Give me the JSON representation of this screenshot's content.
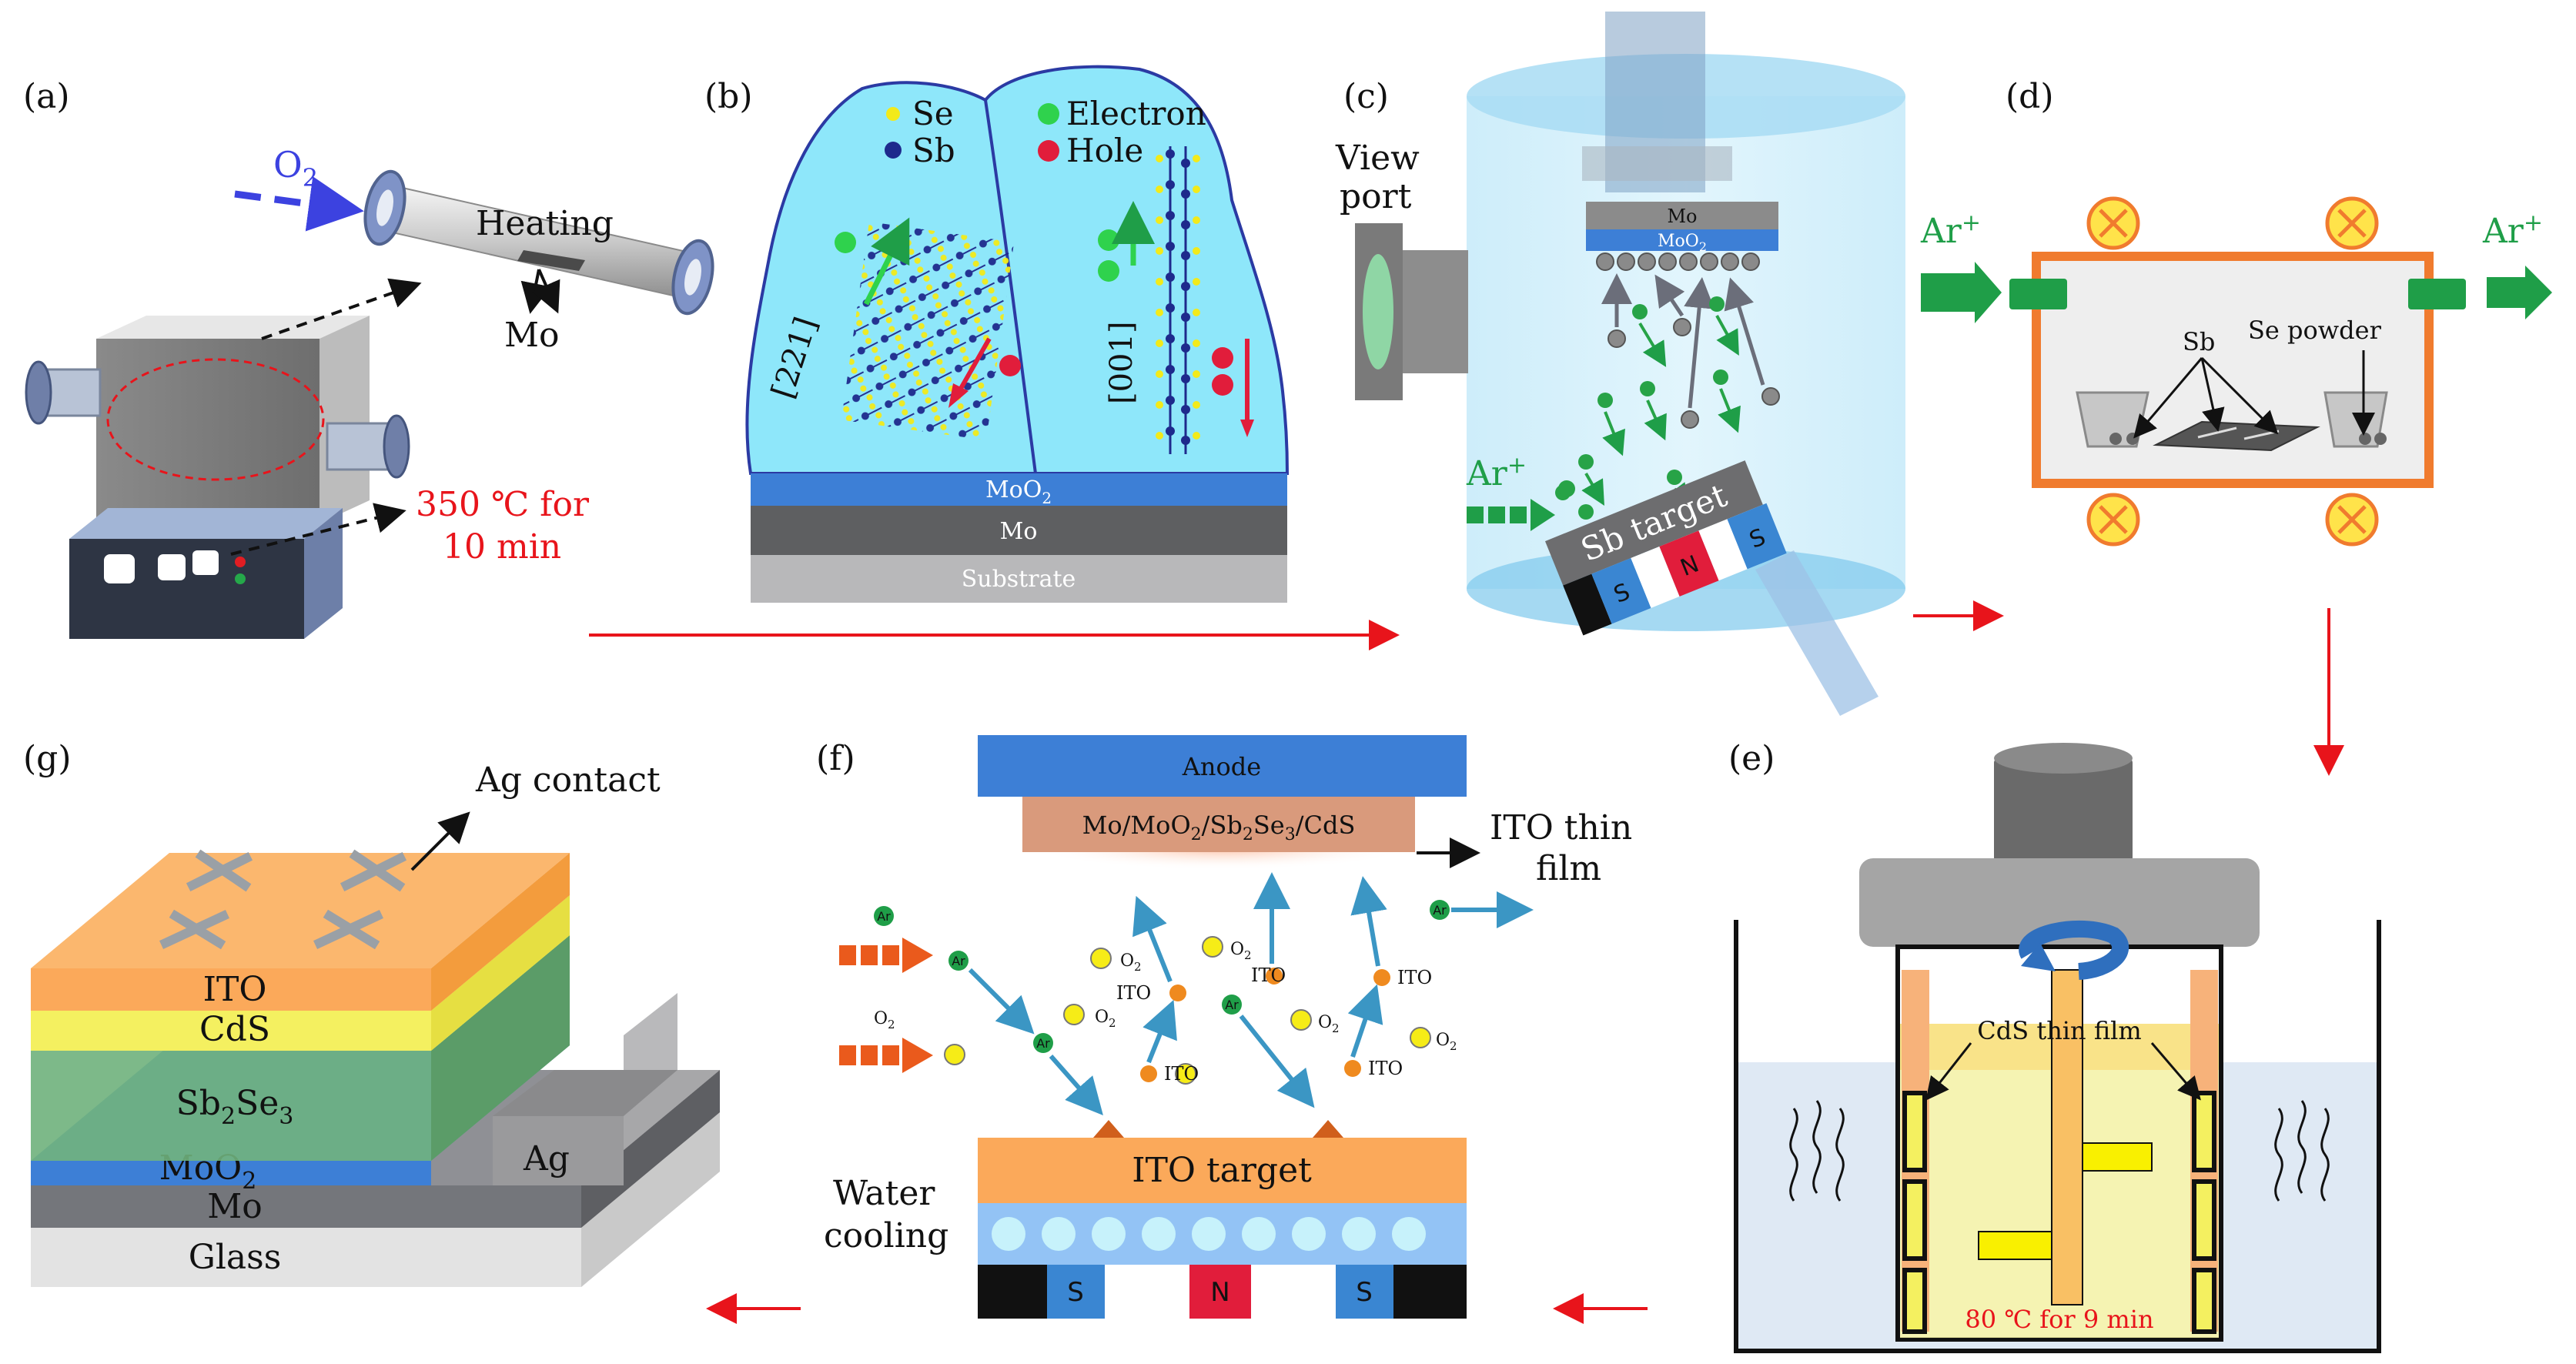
{
  "panels": {
    "a": {
      "label": "(a)",
      "gas": "O",
      "gas_sub": "2",
      "tube_label": "Heating",
      "sample_label": "Mo",
      "condition_line1": "350 ℃ for",
      "condition_line2": "10 min"
    },
    "b": {
      "label": "(b)",
      "legend": {
        "se": "Se",
        "sb": "Sb",
        "electron": "Electron",
        "hole": "Hole"
      },
      "orientation_left": "[221]",
      "orientation_right": "[001]",
      "layers": {
        "moo2": "MoO",
        "moo2_sub": "2",
        "mo": "Mo",
        "substrate": "Substrate"
      }
    },
    "c": {
      "label": "(c)",
      "view_port_line1": "View",
      "view_port_line2": "port",
      "mo": "Mo",
      "moo2": "MoO",
      "moo2_sub": "2",
      "ar": "Ar",
      "ar_sup": "+",
      "target": "Sb target",
      "magnet_s1": "S",
      "magnet_n": "N",
      "magnet_s2": "S"
    },
    "d": {
      "label": "(d)",
      "ar_left": "Ar",
      "ar_right": "Ar",
      "ar_sup": "+",
      "sb": "Sb",
      "se_powder": "Se powder"
    },
    "e": {
      "label": "(e)",
      "film": "CdS thin film",
      "condition": "80 ℃ for 9 min"
    },
    "f": {
      "label": "(f)",
      "anode": "Anode",
      "stack_parts": [
        "Mo/MoO",
        "2",
        "/Sb",
        "2",
        "Se",
        "3",
        "/CdS"
      ],
      "ito_film_line1": "ITO thin",
      "ito_film_line2": "film",
      "ar": "Ar",
      "o2": "O",
      "o2_sub": "2",
      "ito": "ITO",
      "target": "ITO target",
      "water_line1": "Water",
      "water_line2": "cooling",
      "magnet_s1": "S",
      "magnet_n": "N",
      "magnet_s2": "S"
    },
    "g": {
      "label": "(g)",
      "contact": "Ag contact",
      "ito": "ITO",
      "cds": "CdS",
      "sbse": "Sb",
      "sbse_sub1": "2",
      "sbse_mid": "Se",
      "sbse_sub2": "3",
      "moo2": "MoO",
      "moo2_sub": "2",
      "mo": "Mo",
      "glass": "Glass",
      "ag": "Ag"
    }
  },
  "colors": {
    "flow_arrow": "#e8141b",
    "ar_green": "#1f9e48",
    "moo2_blue": "#3d7fd6",
    "mo_gray": "#5e5f61",
    "ito_orange": "#fba95a",
    "cds_yellow": "#f4f060"
  }
}
